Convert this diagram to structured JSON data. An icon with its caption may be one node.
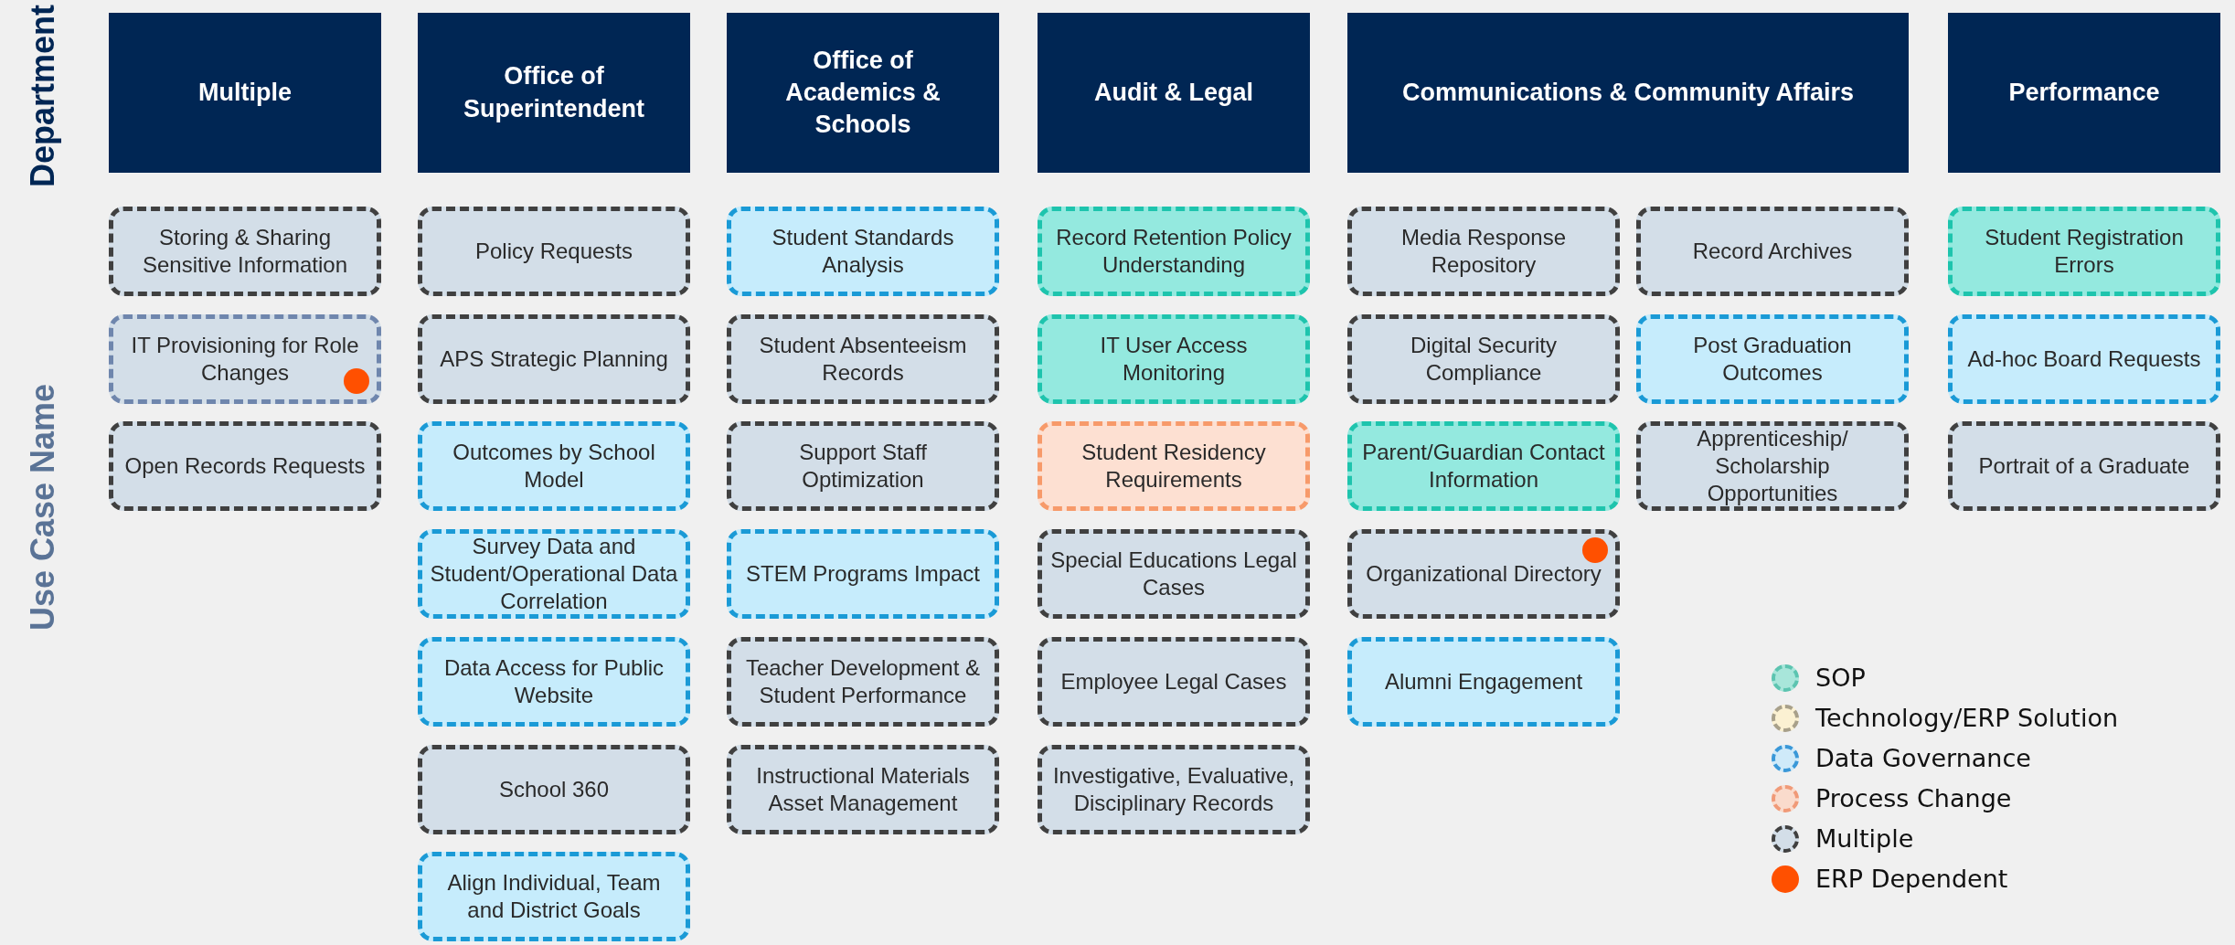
{
  "diagram": {
    "nodes": [
      {
        "text": [
          "Multiple"
        ]
      },
      {
        "text": [
          "Office of Superintendent"
        ]
      },
      {
        "text": [
          "Office of Academics & Schools"
        ]
      },
      {
        "text": [
          "Audit & Legal"
        ]
      },
      {
        "text": [
          "Communications & Community Affairs"
        ]
      },
      {
        "text": [
          "Performance"
        ]
      },
      {
        "text": [
          "Storing & Sharing Sensitive Information"
        ]
      },
      {
        "text": [
          "IT Provisioning for Role Changes"
        ]
      },
      {
        "text": [
          "Open Records Requests"
        ]
      },
      {
        "text": [
          "Policy Requests"
        ]
      },
      {
        "text": [
          "APS Strategic Planning"
        ]
      },
      {
        "text": [
          "Outcomes by School Model"
        ]
      },
      {
        "text": [
          "Survey Data and Student/Operational Data Correlation"
        ]
      },
      {
        "text": [
          "Data Access for Public Website"
        ]
      },
      {
        "text": [
          "School 360"
        ]
      },
      {
        "text": [
          "Align Individual, Team and District Goals"
        ]
      },
      {
        "text": [
          "Student Standards Analysis"
        ]
      },
      {
        "text": [
          "Student Absenteeism Records"
        ]
      },
      {
        "text": [
          "Support Staff Optimization"
        ]
      },
      {
        "text": [
          "STEM Programs Impact"
        ]
      },
      {
        "text": [
          "Teacher Development & Student Performance"
        ]
      },
      {
        "text": [
          "Instructional Materials Asset Management"
        ]
      },
      {
        "text": [
          "Record Retention Policy Understanding"
        ]
      },
      {
        "text": [
          "IT User Access Monitoring"
        ]
      },
      {
        "text": [
          "Student Residency Requirements"
        ]
      },
      {
        "text": [
          "Special Educations Legal Cases"
        ]
      },
      {
        "text": [
          "Employee Legal Cases"
        ]
      },
      {
        "text": [
          "Investigative, Evaluative, Disciplinary Records"
        ]
      },
      {
        "text": [
          "Media Response Repository"
        ]
      },
      {
        "text": [
          "Digital Security Compliance"
        ]
      },
      {
        "text": [
          "Parent/Guardian Contact Information"
        ]
      },
      {
        "text": [
          "Organizational Directory"
        ]
      },
      {
        "text": [
          "Alumni Engagement"
        ]
      },
      {
        "text": [
          "Record Archives"
        ]
      },
      {
        "text": [
          "Post Graduation Outcomes"
        ]
      },
      {
        "text": [
          "Apprenticeship/ Scholarship Opportunities"
        ]
      },
      {
        "text": [
          "Student Registration Errors"
        ]
      },
      {
        "text": [
          "Ad-hoc Board Requests"
        ]
      },
      {
        "text": [
          "Portrait of a Graduate"
        ]
      }
    ],
    "labels": [
      "Department",
      "Use Case Name"
    ],
    "legend": [
      {
        "text": "SOP",
        "color": "#a8e6da"
      },
      {
        "text": "Technology/ERP Solution",
        "color": "#fbf1d2"
      },
      {
        "text": "Data Governance",
        "color": "#cfeaf9"
      },
      {
        "text": "Process Change",
        "color": "#fadbcc"
      },
      {
        "text": "Multiple",
        "color": "#d3dee8"
      },
      {
        "text": "ERP Dependent",
        "color": "#ff5000"
      }
    ]
  }
}
